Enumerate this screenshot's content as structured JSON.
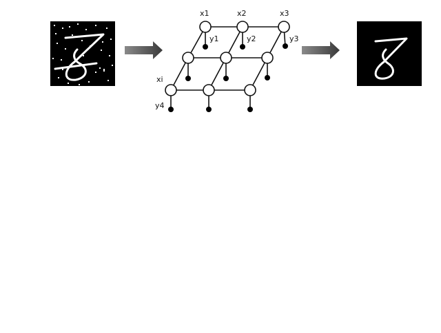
{
  "figure": {
    "input_image": {
      "digit": "8",
      "state": "noisy"
    },
    "output_image": {
      "digit": "8",
      "state": "denoised"
    },
    "arrow_color": "#4a4a4a",
    "image_background": "#000000",
    "image_stroke": "#ffffff"
  },
  "graph": {
    "labels": {
      "x1": "x1",
      "x2": "x2",
      "x3": "x3",
      "xi": "xi",
      "y1": "y1",
      "y2": "y2",
      "y3": "y3",
      "y4": "y4"
    },
    "hidden_node_fill": "#ffffff",
    "observed_node_fill": "#000000",
    "edge_color": "#111111"
  }
}
